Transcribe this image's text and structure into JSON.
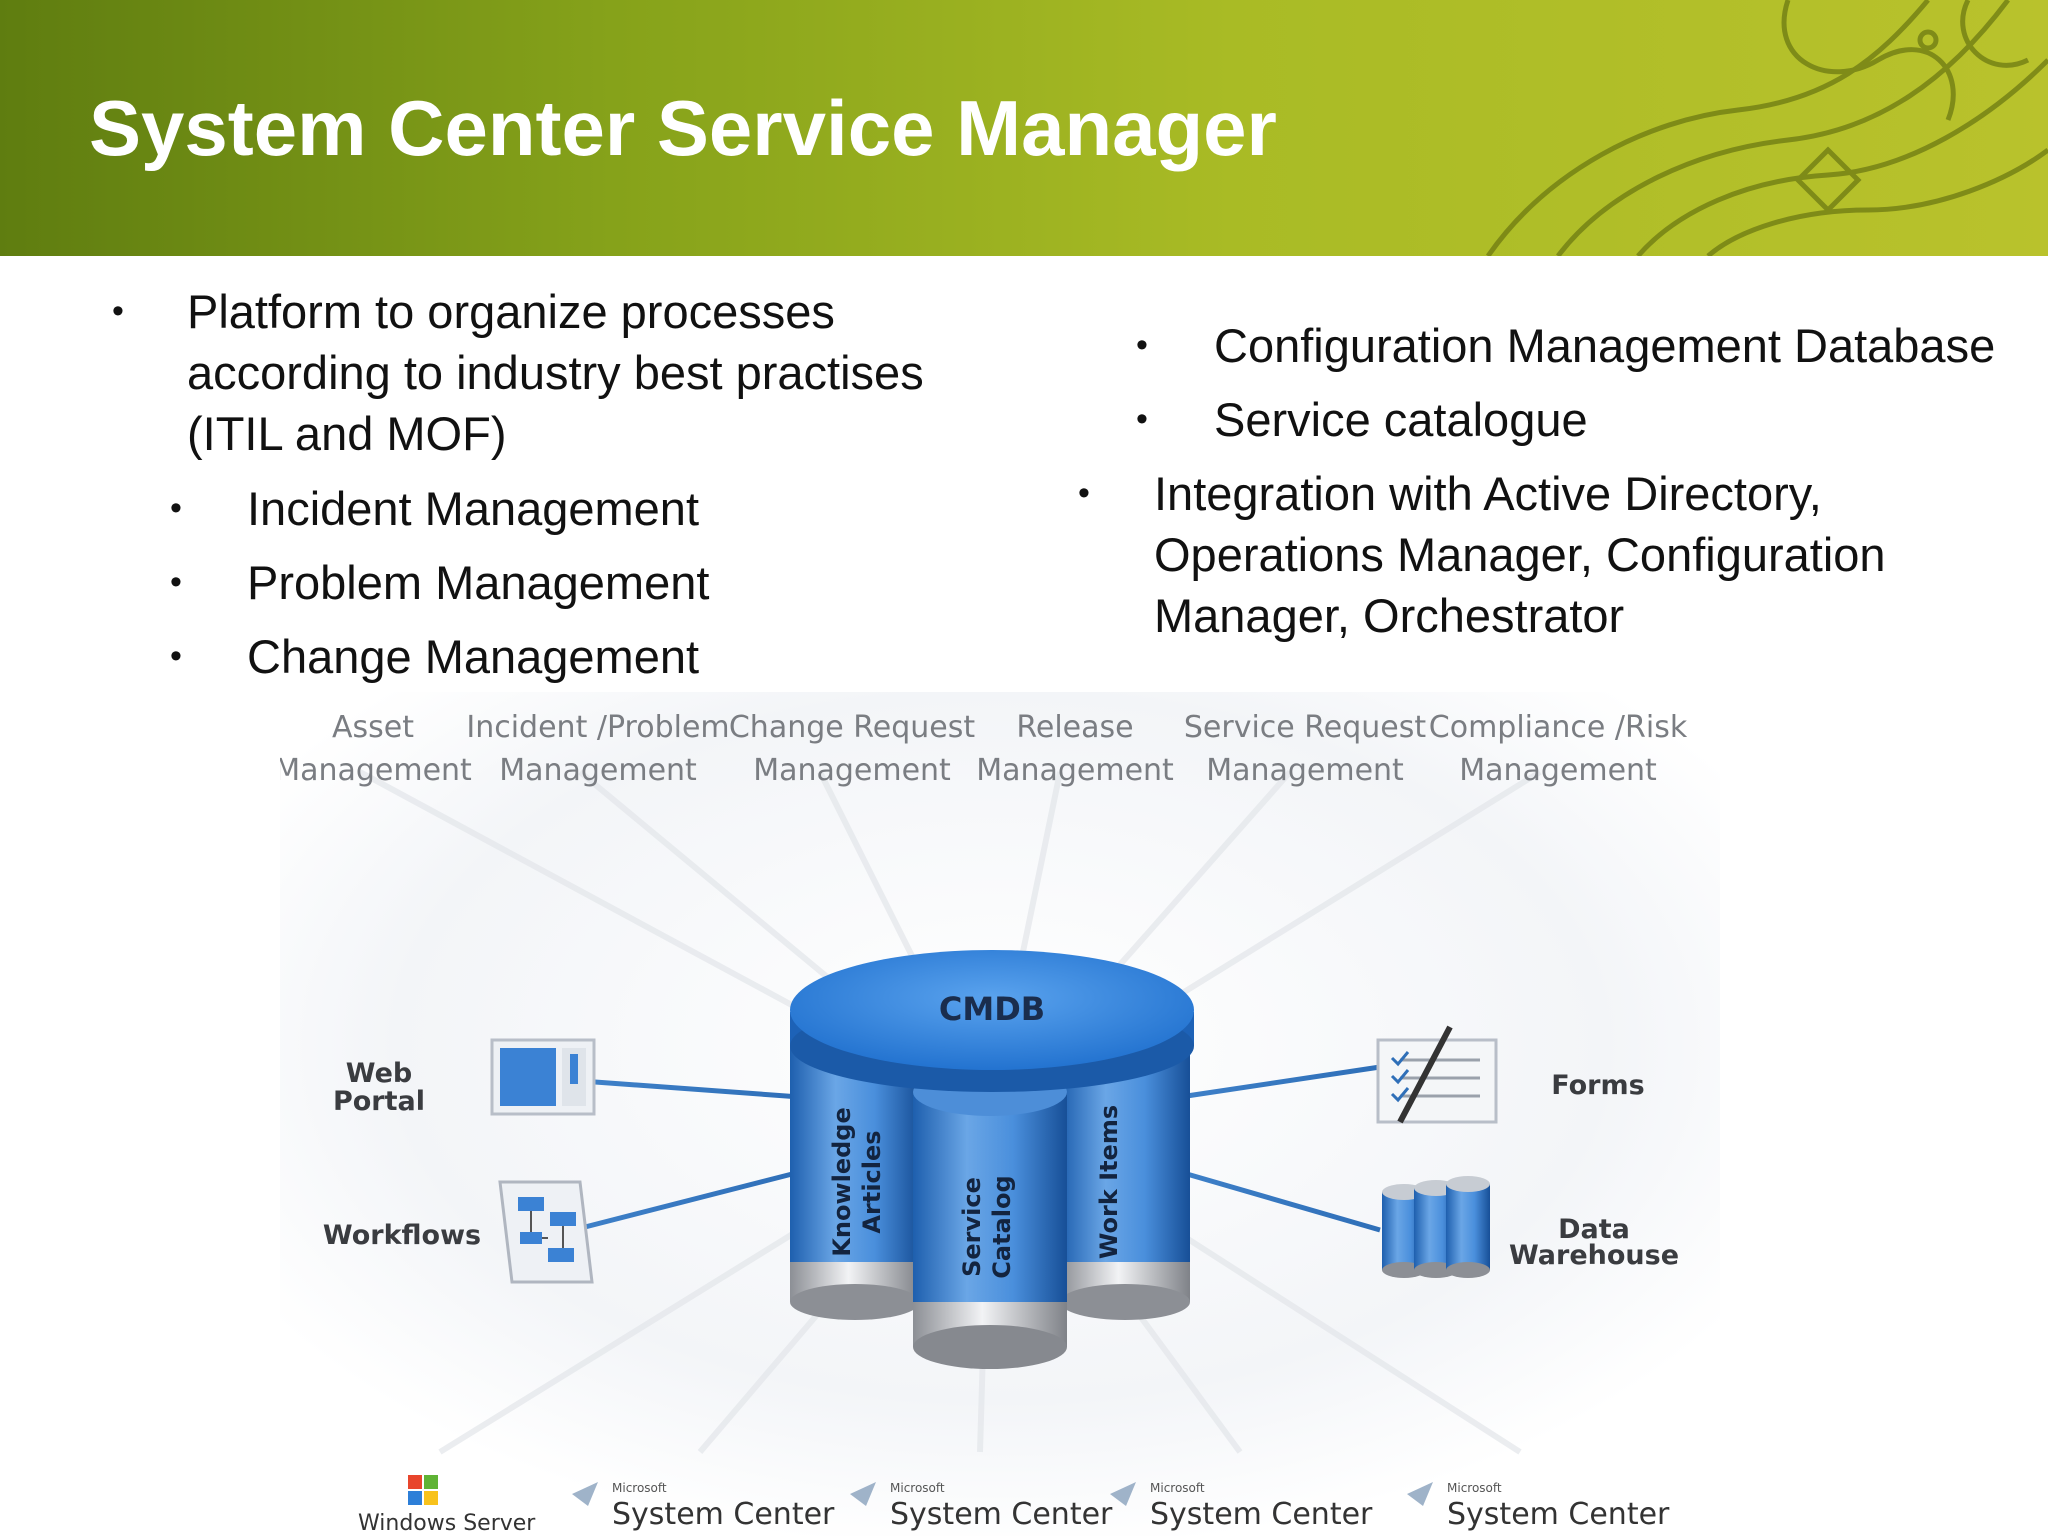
{
  "slide": {
    "title": "System Center Service Manager"
  },
  "left_bullets": [
    {
      "text": "Platform to organize processes according to industry best practises (ITIL and MOF)",
      "level": 1
    },
    {
      "text": "Incident Management",
      "level": 2
    },
    {
      "text": "Problem Management",
      "level": 2
    },
    {
      "text": "Change Management",
      "level": 2
    }
  ],
  "right_bullets": [
    {
      "text": "Configuration Management Database",
      "level": 2
    },
    {
      "text": "Service catalogue",
      "level": 2
    },
    {
      "text": "Integration with Active Directory, Operations Manager, Configuration Manager, Orchestrator",
      "level": 1
    }
  ],
  "diagram": {
    "processes": [
      {
        "line1": "Asset",
        "line2": "Management"
      },
      {
        "line1": "Incident /Problem",
        "line2": "Management"
      },
      {
        "line1": "Change Request",
        "line2": "Management"
      },
      {
        "line1": "Release",
        "line2": "Management"
      },
      {
        "line1": "Service Request",
        "line2": "Management"
      },
      {
        "line1": "Compliance /Risk",
        "line2": "Management"
      }
    ],
    "cmdb_label": "CMDB",
    "cylinders": [
      {
        "line1": "Knowledge",
        "line2": "Articles"
      },
      {
        "line1": "Service",
        "line2": "Catalog"
      },
      {
        "line1": "Work Items",
        "line2": ""
      }
    ],
    "left_items": [
      {
        "line1": "Web",
        "line2": "Portal",
        "icon": "web-portal-icon"
      },
      {
        "line1": "Workflows",
        "line2": "",
        "icon": "workflow-icon"
      }
    ],
    "right_items": [
      {
        "line1": "Forms",
        "line2": "",
        "icon": "forms-icon"
      },
      {
        "line1": "Data",
        "line2": "Warehouse",
        "icon": "data-warehouse-icon"
      }
    ],
    "products": [
      {
        "maker": "",
        "name": "Windows Server",
        "icon": "windows-flag-icon"
      },
      {
        "maker": "Microsoft",
        "name": "System Center",
        "icon": "system-center-icon"
      },
      {
        "maker": "Microsoft",
        "name": "System Center",
        "icon": "system-center-icon"
      },
      {
        "maker": "Microsoft",
        "name": "System Center",
        "icon": "system-center-icon"
      },
      {
        "maker": "Microsoft",
        "name": "System Center",
        "icon": "system-center-icon"
      }
    ]
  },
  "colors": {
    "header_dark": "#5f7d10",
    "header_light": "#b9c22c",
    "cmdb_blue": "#2f7fd8",
    "link_blue": "#3e80c8"
  }
}
